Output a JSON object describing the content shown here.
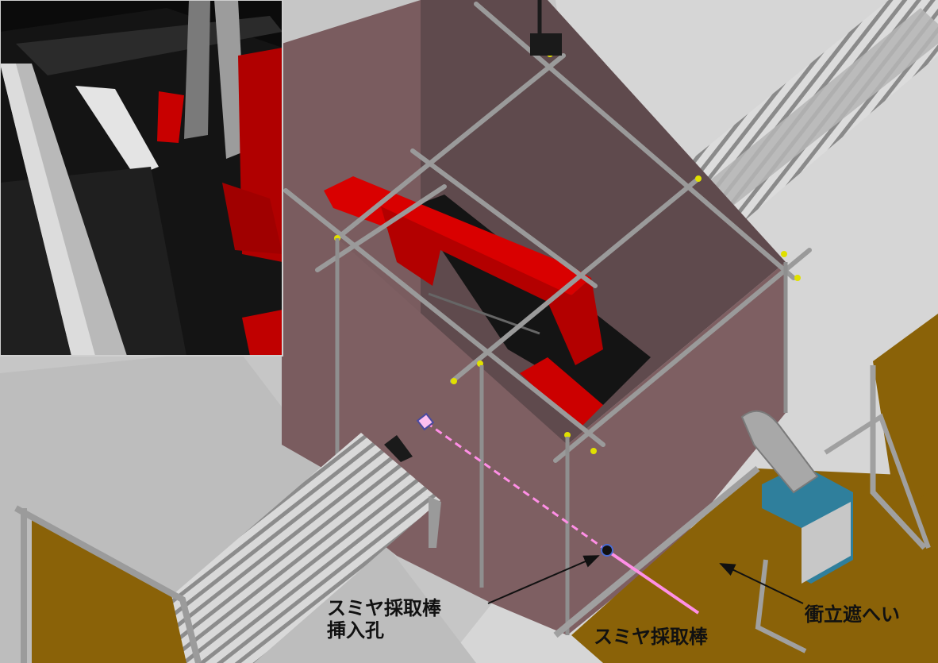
{
  "labels": {
    "insertion_hole_line1": "スミヤ採取棒",
    "insertion_hole_line2": "挿入孔",
    "smear_rod": "スミヤ採取棒",
    "partition_screen": "衝立遮へい"
  },
  "colors": {
    "enclosure_panel": "#7e5f62",
    "enclosure_inner": "#5e4a4c",
    "floor": "#c6c6c6",
    "machine_red": "#c40000",
    "partition_brown": "#8a6208",
    "smear_rod": "#ff8fe6",
    "dust_collector": "#2f7f9c"
  }
}
